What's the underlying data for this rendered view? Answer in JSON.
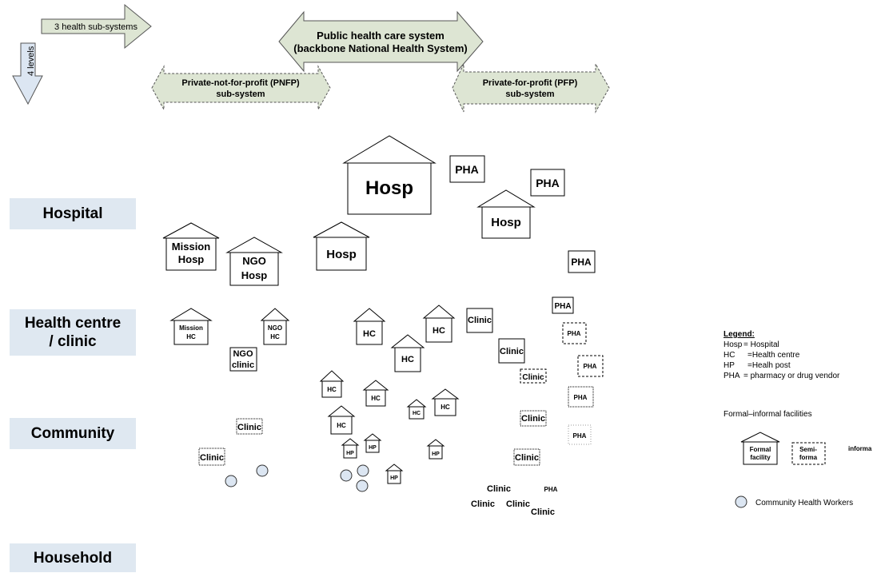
{
  "arrows": {
    "subsystems": "3 health sub-systems",
    "levels": "4 levels",
    "public_line1": "Public health care system",
    "public_line2": "(backbone National Health System)",
    "pnfp_line1": "Private-not-for-profit (PNFP)",
    "pnfp_line2": "sub-system",
    "pfp_line1": "Private-for-profit (PFP)",
    "pfp_line2": "sub-system"
  },
  "levels": {
    "hospital": "Hospital",
    "health_centre_line1": "Health centre",
    "health_centre_line2": "/ clinic",
    "community": "Community",
    "household": "Household"
  },
  "facilities": {
    "hosp": "Hosp",
    "mission_hosp_line1": "Mission",
    "mission_hosp_line2": "Hosp",
    "ngo_hosp_line1": "NGO",
    "ngo_hosp_line2": "Hosp",
    "pha": "PHA",
    "hc": "HC",
    "hp": "HP",
    "clinic": "Clinic",
    "mission_hc_line1": "Mission",
    "mission_hc_line2": "HC",
    "ngo_hc_line1": "NGO",
    "ngo_hc_line2": "HC",
    "ngo_clinic_line1": "NGO",
    "ngo_clinic_line2": "clinic"
  },
  "legend": {
    "title": "Legend:",
    "hosp_abbr": "Hosp",
    "hosp_def": "= Hospital",
    "hc_abbr": "HC",
    "hc_def": "=Health centre",
    "hp_abbr": "HP",
    "hp_def": "=Healh post",
    "pha_abbr": "PHA",
    "pha_def": "= pharmacy or drug vendor",
    "formal_informal": "Formal–informal facilities",
    "formal_line1": "Formal",
    "formal_line2": "facility",
    "semi_line1": "Semi-",
    "semi_line2": "forma",
    "informal": "informa",
    "chw": "Community Health Workers"
  },
  "colors": {
    "arrow_fill": "#dde5d3",
    "level_fill": "#dfe8f1",
    "chw_fill": "#dce6f2",
    "levels_arrow_fill": "#dce6f2"
  }
}
